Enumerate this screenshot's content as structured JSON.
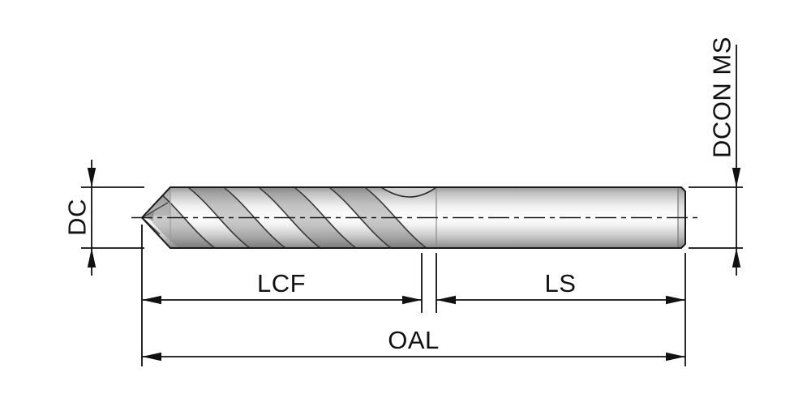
{
  "diagram": {
    "type": "technical-dimension-drawing",
    "subject": "solid-carbide-drill",
    "labels": {
      "dc": "DC",
      "dcon_ms": "DCON MS",
      "lcf": "LCF",
      "ls": "LS",
      "oal": "OAL"
    },
    "colors": {
      "background": "#ffffff",
      "line": "#111111",
      "metal_shadow": "#8a8a8a",
      "metal_mid": "#c6c6c6",
      "metal_highlight": "#ffffff"
    }
  }
}
